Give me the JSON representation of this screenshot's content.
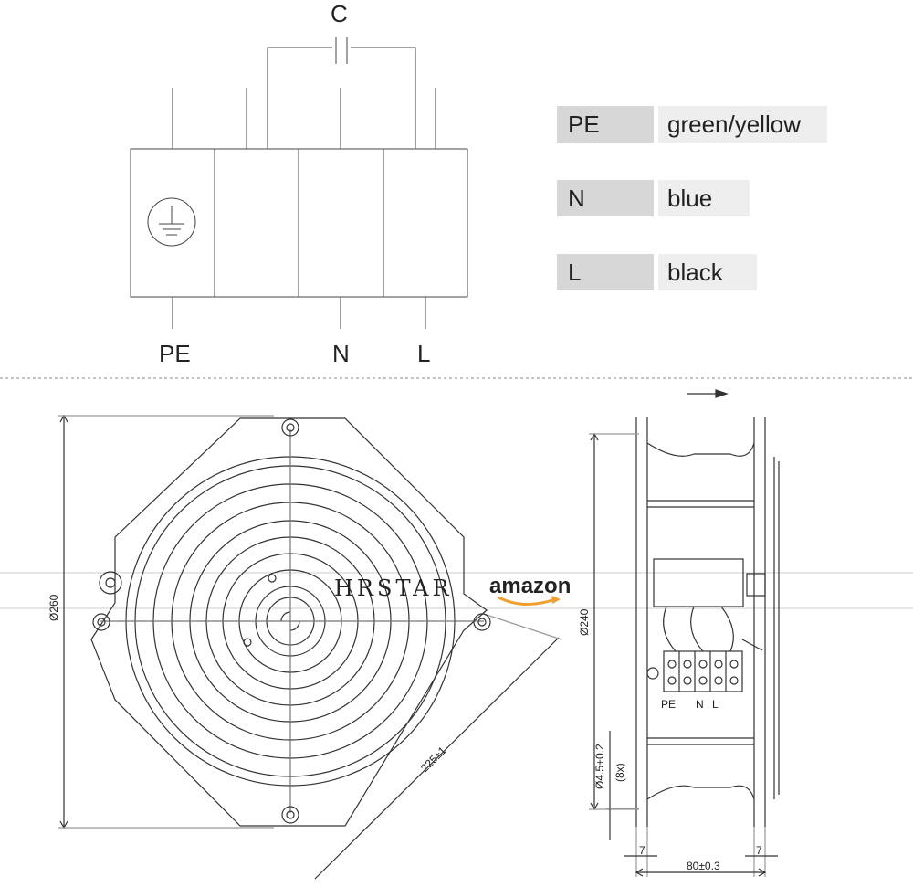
{
  "wiring": {
    "capacitor_label": "C",
    "terminals": [
      "PE",
      "N",
      "L"
    ]
  },
  "legend": [
    {
      "code": "PE",
      "color": "green/yellow"
    },
    {
      "code": "N",
      "color": "blue"
    },
    {
      "code": "L",
      "color": "black"
    }
  ],
  "front_view": {
    "dim_height": "Ø260",
    "dim_diagonal": "225±1",
    "brand": "HRSTAR",
    "logo": "amazon"
  },
  "side_view": {
    "dim_diameter": "Ø240",
    "dim_hole": "Ø4.5+0.2",
    "dim_hole_count": "(8x)",
    "terminal_labels": [
      "PE",
      "N",
      "L"
    ],
    "dim_left": "7",
    "dim_right": "7",
    "dim_depth": "80±0.3"
  }
}
